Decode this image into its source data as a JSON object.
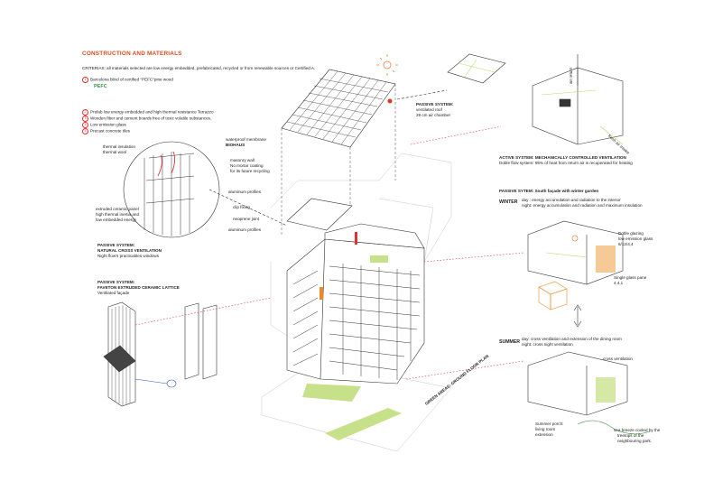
{
  "title": "CONSTRUCTION AND MATERIALS",
  "criteria": "CRITERIAS: all materials selected are low energy embedded, prefabricated, recycled or from renewable sources or Certified A.",
  "materials": [
    {
      "n": "1",
      "text": "Barcelona blind of certified \"PEFC\"pine wood"
    },
    {
      "n": "2",
      "text": "Prefab low energy embedded and high thermal resistance Terrazzo"
    },
    {
      "n": "3",
      "text": "Wooden fiber and cement boards free of toxic volatile substances."
    },
    {
      "n": "4",
      "text": "Low emission glass"
    },
    {
      "n": "5",
      "text": "Precast concrete tiles"
    }
  ],
  "pefc_logo": "PEFC",
  "wall_labels": {
    "thermal_insulation": "thermal insulation",
    "thermal_wool": "thermal wool",
    "membrane": "waterproof membrane",
    "bioaus": "BIOHAUS",
    "masonry": "masonry wall",
    "no_mortar": "No mortar coating",
    "recycling": "for its future recycling",
    "aluminum1": "aluminum profiles",
    "ceramic1": "extruded ceramic panel",
    "ceramic2": "high thermal inertia and",
    "ceramic3": "low embedded energy",
    "clip": "clip fixing",
    "neoprene": "neoprene joint",
    "aluminum2": "aluminum profiles"
  },
  "roof": {
    "h": "PASSIVE SYSTEM:",
    "l1": "ventilated roof",
    "l2": "29 cm air chamber"
  },
  "active": {
    "h": "ACTIVE SYSTEM: MECHANICALLY CONTROLLED VENTILATION",
    "l1": "Doble flow system: 95% of heat from return air is recuperated for heating",
    "air_return": "air return",
    "fresh_air": "fresh air intake"
  },
  "cross": {
    "h1": "PASSIVE SYSTEM:",
    "h2": "NATURAL CROSS VENTILATION",
    "l1": "Night flow's practicables windows"
  },
  "faveton": {
    "h1": "PASSIVE SYSTEM:",
    "h2": "FAVETON EXTRUDED CERAMIC LATTICE",
    "l1": "Ventilated façade"
  },
  "south": {
    "h": "PASSIVE SYTEM: South façade with winter garden",
    "winter": "WINTER",
    "w1": "day : energy accumulation and radiation to the interior",
    "w2": "night: energy accumulation and radiation and maximum insulation",
    "double1": "Doble glazing",
    "double2": "low emission glass",
    "double3": "6/12/4,4",
    "single1": "Single glass pane",
    "single2": "4,4,1",
    "summer": "SUMMER",
    "s1": "day: cross ventilation and extension of the dining room",
    "s2": "night: cross night ventilation",
    "crossvent": "cross ventilation",
    "porch1": "Summer porch:",
    "porch2": "living room",
    "porch3": "extension",
    "breeze1": "sea breeze cooled by the",
    "breeze2": "treetops of the",
    "breeze3": "neighbouring park."
  },
  "ground": "GREEN AREAS: GROUND FLOOR PLAN",
  "colors": {
    "accent": "#d84b1e",
    "green": "#b9d96a",
    "orange": "#e88a2a",
    "sun": "#e8742a",
    "blue": "#2b56c4"
  }
}
